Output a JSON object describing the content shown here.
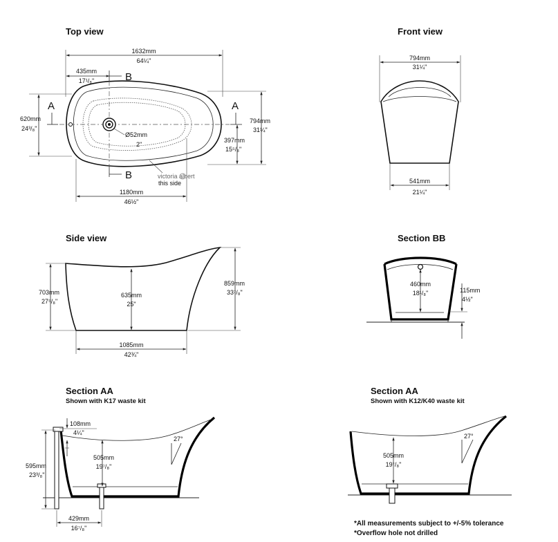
{
  "top_view": {
    "title": "Top view",
    "length_mm": "1632mm",
    "length_in": "64¼\"",
    "offset_mm": "435mm",
    "offset_in": "17¹/₈\"",
    "inner_width_mm": "620mm",
    "inner_width_in": "24³/₈\"",
    "width_mm": "794mm",
    "width_in": "31¼\"",
    "waste_dia_mm": "Ø52mm",
    "waste_dia_in": "2\"",
    "half_width_mm": "397mm",
    "half_width_in": "15⁵/₈\"",
    "inner_length_mm": "1180mm",
    "inner_length_in": "46½\"",
    "section_a": "A",
    "section_b": "B",
    "brand_text": "victoria albert",
    "brand_note": "this side"
  },
  "front_view": {
    "title": "Front view",
    "top_width_mm": "794mm",
    "top_width_in": "31¼\"",
    "base_width_mm": "541mm",
    "base_width_in": "21¼\""
  },
  "side_view": {
    "title": "Side view",
    "rim_height_mm": "703mm",
    "rim_height_in": "27⁵/₈\"",
    "depth_mm": "635mm",
    "depth_in": "25\"",
    "max_height_mm": "859mm",
    "max_height_in": "33⁷/₈\"",
    "base_length_mm": "1085mm",
    "base_length_in": "42¾\""
  },
  "section_bb": {
    "title": "Section BB",
    "depth_mm": "460mm",
    "depth_in": "18¹/₈\"",
    "plinth_mm": "115mm",
    "plinth_in": "4½\""
  },
  "section_aa_k17": {
    "title": "Section AA",
    "subtitle": "Shown with K17 waste kit",
    "overflow_mm": "108mm",
    "overflow_in": "4¼\"",
    "depth_mm": "505mm",
    "depth_in": "19⁷/₈\"",
    "height_mm": "595mm",
    "height_in": "23³/₈\"",
    "offset_mm": "429mm",
    "offset_in": "16⁷/₈\"",
    "angle": "27°"
  },
  "section_aa_k12": {
    "title": "Section AA",
    "subtitle": "Shown with K12/K40 waste kit",
    "depth_mm": "505mm",
    "depth_in": "19⁷/₈\"",
    "angle": "27°"
  },
  "notes": [
    "*All measurements subject to +/-5% tolerance",
    "*Overflow hole not drilled"
  ]
}
